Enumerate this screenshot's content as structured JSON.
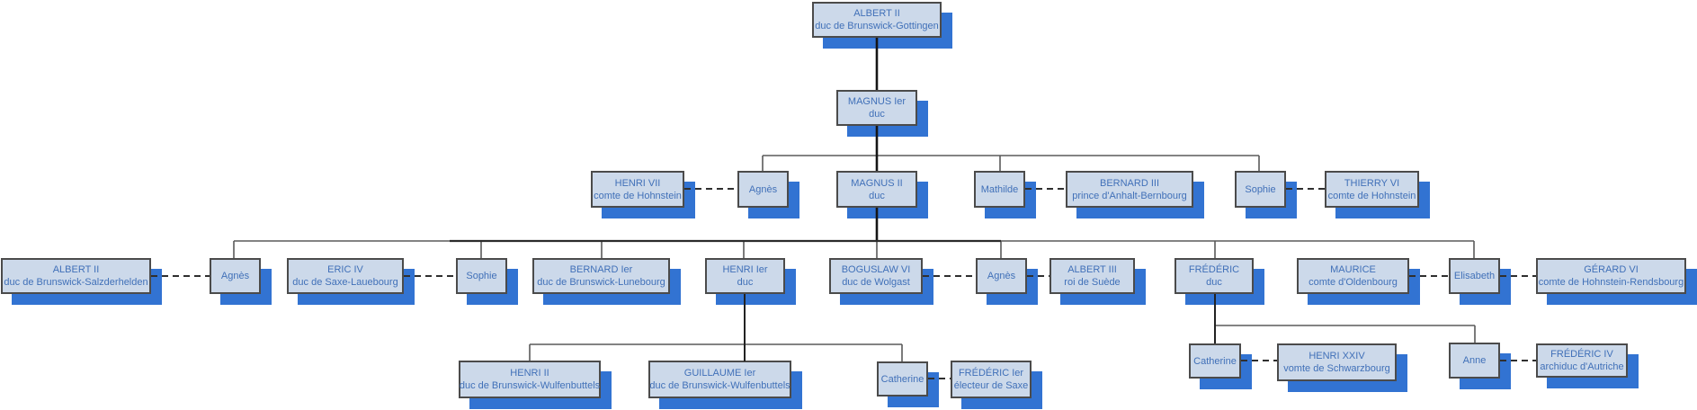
{
  "diagram": {
    "type": "family-tree",
    "nodes": [
      {
        "id": "albert2-gottingen",
        "name": "ALBERT II",
        "title": "duc de Brunswick-Gottingen"
      },
      {
        "id": "magnus1",
        "name": "MAGNUS Ier",
        "title": "duc"
      },
      {
        "id": "henri7",
        "name": "HENRI VII",
        "title": "comte de Hohnstein"
      },
      {
        "id": "agnes1",
        "name": "Agnès",
        "title": ""
      },
      {
        "id": "magnus2",
        "name": "MAGNUS II",
        "title": "duc"
      },
      {
        "id": "mathilde",
        "name": "Mathilde",
        "title": ""
      },
      {
        "id": "bernard3",
        "name": "BERNARD III",
        "title": "prince d'Anhalt-Bernbourg"
      },
      {
        "id": "sophie1",
        "name": "Sophie",
        "title": ""
      },
      {
        "id": "thierry6",
        "name": "THIERRY VI",
        "title": "comte de Hohnstein"
      },
      {
        "id": "albert2-salzderhelden",
        "name": "ALBERT II",
        "title": "duc de Brunswick-Salzderhelden"
      },
      {
        "id": "agnes2",
        "name": "Agnès",
        "title": ""
      },
      {
        "id": "eric4",
        "name": "ERIC IV",
        "title": "duc de Saxe-Lauebourg"
      },
      {
        "id": "sophie2",
        "name": "Sophie",
        "title": ""
      },
      {
        "id": "bernard1",
        "name": "BERNARD Ier",
        "title": "duc de Brunswick-Lunebourg"
      },
      {
        "id": "henri1",
        "name": "HENRI Ier",
        "title": "duc"
      },
      {
        "id": "boguslaw6",
        "name": "BOGUSLAW VI",
        "title": "duc de Wolgast"
      },
      {
        "id": "agnes3",
        "name": "Agnès",
        "title": ""
      },
      {
        "id": "albert3",
        "name": "ALBERT III",
        "title": "roi de Suède"
      },
      {
        "id": "frederic-duc",
        "name": "FRÉDÉRIC",
        "title": "duc"
      },
      {
        "id": "maurice",
        "name": "MAURICE",
        "title": "comte d'Oldenbourg"
      },
      {
        "id": "elisabeth",
        "name": "Elisabeth",
        "title": ""
      },
      {
        "id": "gerard6",
        "name": "GÉRARD VI",
        "title": "comte de Hohnstein-Rendsbourg"
      },
      {
        "id": "henri2",
        "name": "HENRI II",
        "title": "duc de Brunswick-Wulfenbuttels"
      },
      {
        "id": "guillaume1",
        "name": "GUILLAUME Ier",
        "title": "duc de Brunswick-Wulfenbuttels"
      },
      {
        "id": "catherine1",
        "name": "Catherine",
        "title": ""
      },
      {
        "id": "frederic1-saxe",
        "name": "FRÉDÉRIC Ier",
        "title": "électeur de Saxe"
      },
      {
        "id": "catherine2",
        "name": "Catherine",
        "title": ""
      },
      {
        "id": "henri24",
        "name": "HENRI XXIV",
        "title": "vomte de Schwarzbourg"
      },
      {
        "id": "anne",
        "name": "Anne",
        "title": ""
      },
      {
        "id": "frederic4",
        "name": "FRÉDÉRIC IV",
        "title": "archiduc d'Autriche"
      }
    ],
    "links": {
      "descent": [
        {
          "parent": "albert2-gottingen",
          "children": [
            "magnus1"
          ]
        },
        {
          "parent": "magnus1",
          "children": [
            "agnes1",
            "magnus2",
            "mathilde",
            "sophie1"
          ]
        },
        {
          "parent": "magnus2",
          "children": [
            "agnes2",
            "sophie2",
            "bernard1",
            "henri1",
            "boguslaw6",
            "agnes3",
            "frederic-duc",
            "elisabeth"
          ]
        },
        {
          "parent": "henri1",
          "children": [
            "henri2",
            "guillaume1",
            "catherine1"
          ]
        },
        {
          "parent": "frederic-duc",
          "children": [
            "catherine2",
            "anne"
          ]
        }
      ],
      "marriages": [
        [
          "henri7",
          "agnes1"
        ],
        [
          "mathilde",
          "bernard3"
        ],
        [
          "sophie1",
          "thierry6"
        ],
        [
          "albert2-salzderhelden",
          "agnes2"
        ],
        [
          "eric4",
          "sophie2"
        ],
        [
          "boguslaw6",
          "agnes3"
        ],
        [
          "agnes3",
          "albert3"
        ],
        [
          "maurice",
          "elisabeth"
        ],
        [
          "elisabeth",
          "gerard6"
        ],
        [
          "catherine1",
          "frederic1-saxe"
        ],
        [
          "catherine2",
          "henri24"
        ],
        [
          "anne",
          "frederic4"
        ]
      ]
    },
    "colors": {
      "box_fill": "#ccd9ea",
      "box_border": "#4b4b4b",
      "text_blue": "#4070b8",
      "shadow_blue": "#3273d2",
      "solid_line": "#5a5a5a",
      "spine_line": "#151515",
      "dashed_line": "#2f2f2f",
      "background": "#ffffff"
    }
  }
}
